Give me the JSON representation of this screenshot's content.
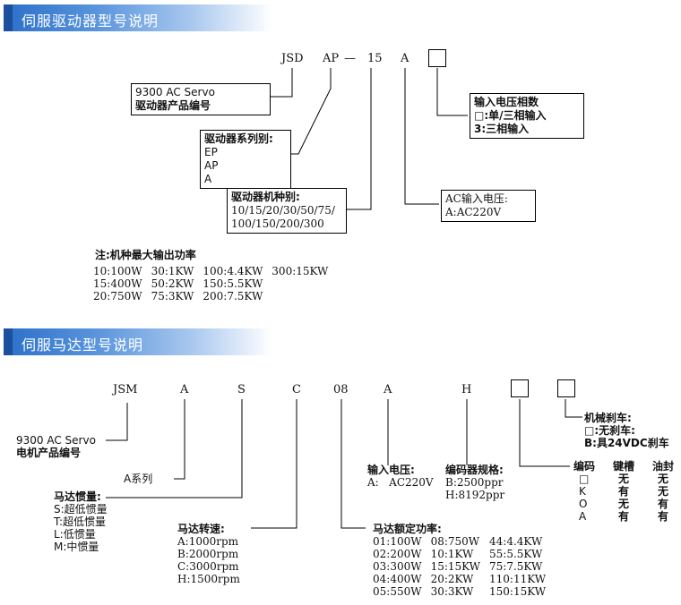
{
  "section1": {
    "header": "伺服驱动器型号说明",
    "codes": [
      "JSD",
      "AP",
      "—",
      "15",
      "A"
    ],
    "product_box": [
      "9300 AC Servo",
      "驱动器产品编号"
    ],
    "series_box": [
      "驱动器系列别:",
      "EP",
      "AP",
      "A"
    ],
    "model_box": [
      "驱动器机种别:",
      "10/15/20/30/50/75/",
      "100/150/200/300"
    ],
    "voltage_box": [
      "AC输入电压:",
      "A:AC220V"
    ],
    "phase_box": [
      "输入电压相数",
      "□:单/三相输入",
      "3:三相输入"
    ],
    "note_title": "注:机种最大输出功率",
    "power_table": [
      [
        "10:100W",
        "30:1KW",
        "100:4.4KW",
        "300:15KW"
      ],
      [
        "15:400W",
        "50:2KW",
        "150:5.5KW",
        ""
      ],
      [
        "20:750W",
        "75:3KW",
        "200:7.5KW",
        ""
      ]
    ]
  },
  "section2": {
    "header": "伺服马达型号说明",
    "codes": [
      "JSM",
      "A",
      "S",
      "C",
      "08",
      "A",
      "H"
    ],
    "product_label": [
      "9300 AC Servo",
      "电机产品编号"
    ],
    "series_label": "A系列",
    "inertia": [
      "马达惯量:",
      "S:超低惯量",
      "T:超低惯量",
      "L:低惯量",
      "M:中惯量"
    ],
    "speed": [
      "马达转速:",
      "A:1000rpm",
      "B:2000rpm",
      "C:3000rpm",
      "H:1500rpm"
    ],
    "rated_title": "马达额定功率:",
    "rated_table": [
      [
        "01:100W",
        "08:750W",
        "44:4.4KW"
      ],
      [
        "02:200W",
        "10:1KW",
        "55:5.5KW"
      ],
      [
        "03:300W",
        "15:15KW",
        "75:7.5KW"
      ],
      [
        "04:400W",
        "20:2KW",
        "110:11KW"
      ],
      [
        "05:550W",
        "30:3KW",
        "150:15KW"
      ]
    ],
    "input_voltage": [
      "输入电压:",
      "A:",
      "AC220V"
    ],
    "encoder": [
      "编码器规格:",
      "B:2500ppr",
      "H:8192ppr"
    ],
    "brake": [
      "机械刹车:",
      "□:无刹车:",
      "B:具24VDC刹车"
    ],
    "option_headers": [
      "编码",
      "键槽",
      "油封"
    ],
    "option_rows": [
      [
        "□",
        "无",
        "无"
      ],
      [
        "K",
        "有",
        "无"
      ],
      [
        "O",
        "无",
        "有"
      ],
      [
        "A",
        "有",
        "有"
      ]
    ]
  }
}
